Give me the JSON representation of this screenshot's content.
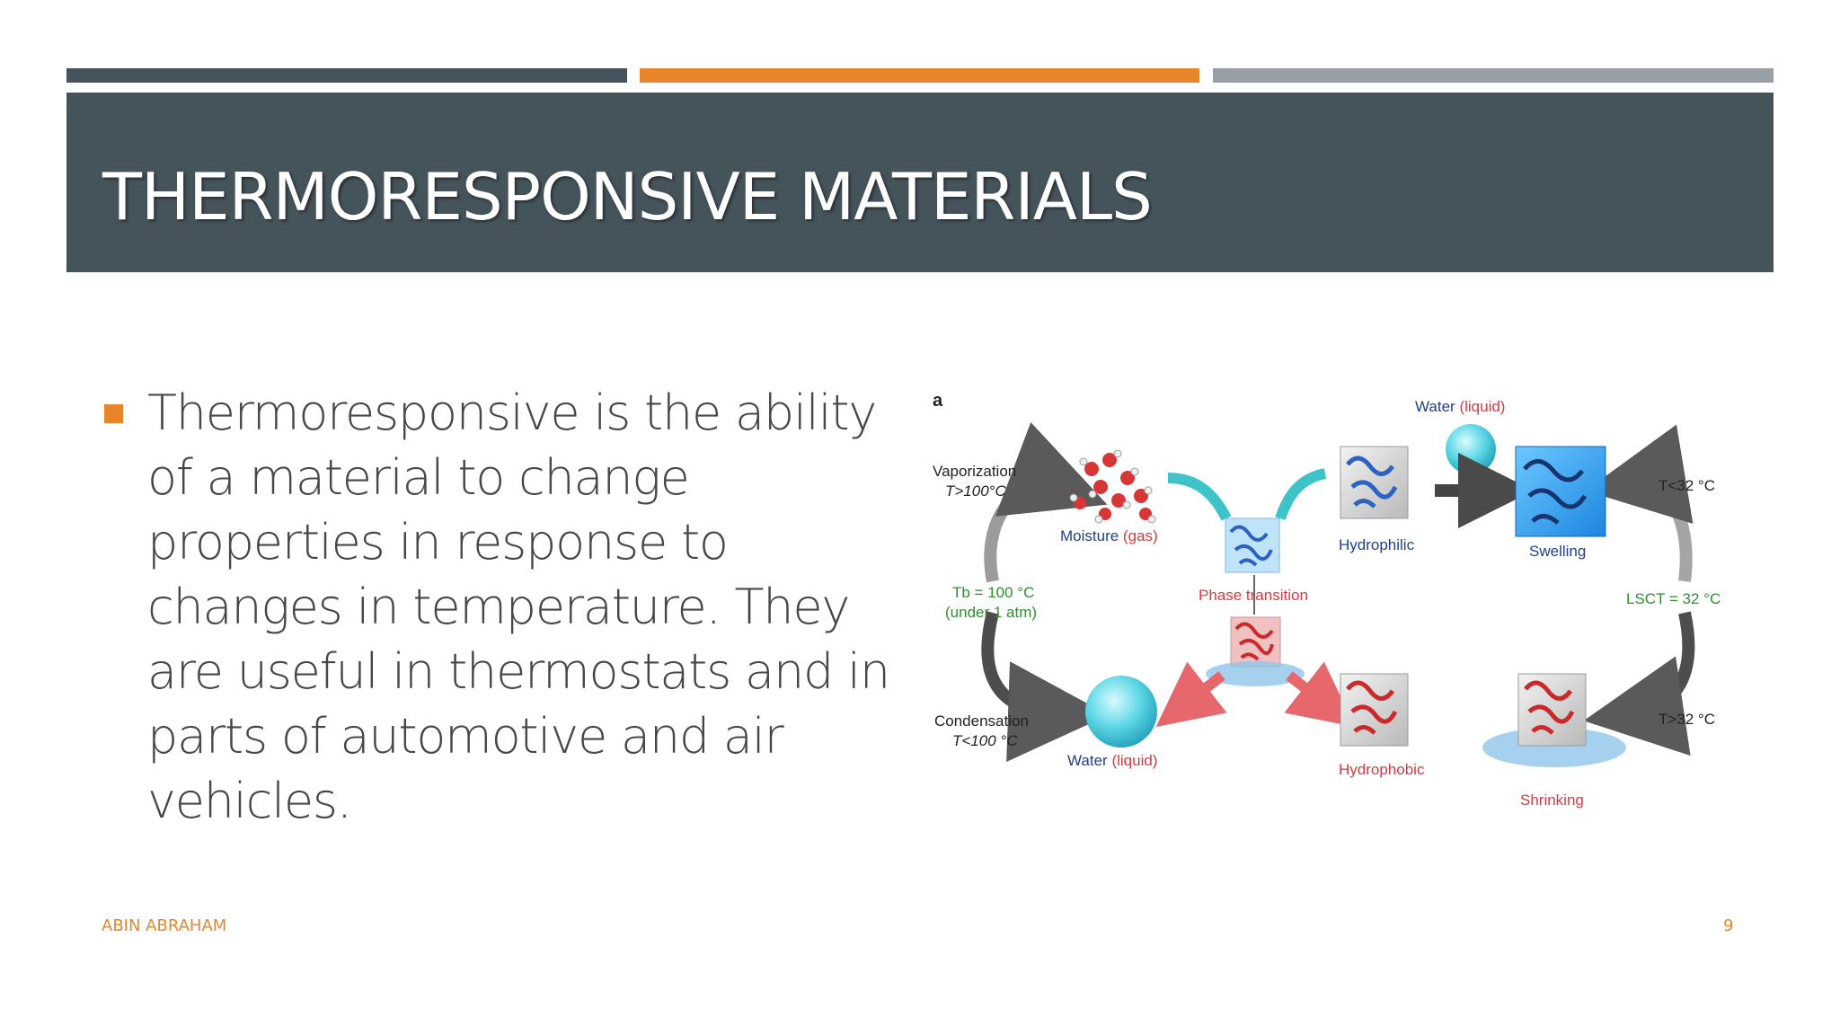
{
  "slide": {
    "title": "THERMORESPONSIVE MATERIALS",
    "bullet": "Thermoresponsive is the ability of a material to change properties in response to changes in temperature. They are useful in thermostats and in parts of automotive and air vehicles.",
    "author": "ABIN ABRAHAM",
    "page_number": "9"
  },
  "figure": {
    "panel_label": "a",
    "water_liquid_top": {
      "black": "Water",
      "red": "(liquid)"
    },
    "vaporization": "Vaporization",
    "vaporization_temp": "T>100°C",
    "moisture": {
      "black": "Moisture",
      "red": "(gas)"
    },
    "hydrophilic": "Hydrophilic",
    "swelling": "Swelling",
    "lt32": "T<32 °C",
    "boiling_temp": "Tb = 100 °C",
    "boiling_pressure": "(under 1 atm)",
    "phase_transition": "Phase transition",
    "lsct": "LSCT = 32 °C",
    "condensation": "Condensation",
    "condensation_temp": "T<100 °C",
    "gt32": "T>32 °C",
    "water_liquid_bottom": {
      "black": "Water",
      "red": "(liquid)"
    },
    "hydrophobic": "Hydrophobic",
    "shrinking": "Shrinking"
  },
  "colors": {
    "title_band": "#45535b",
    "accent_orange": "#e8852a",
    "bar_gray": "#959fa4",
    "label_blue": "#1f3f8f",
    "label_red": "#d8383f",
    "label_green": "#2f8f2f"
  }
}
